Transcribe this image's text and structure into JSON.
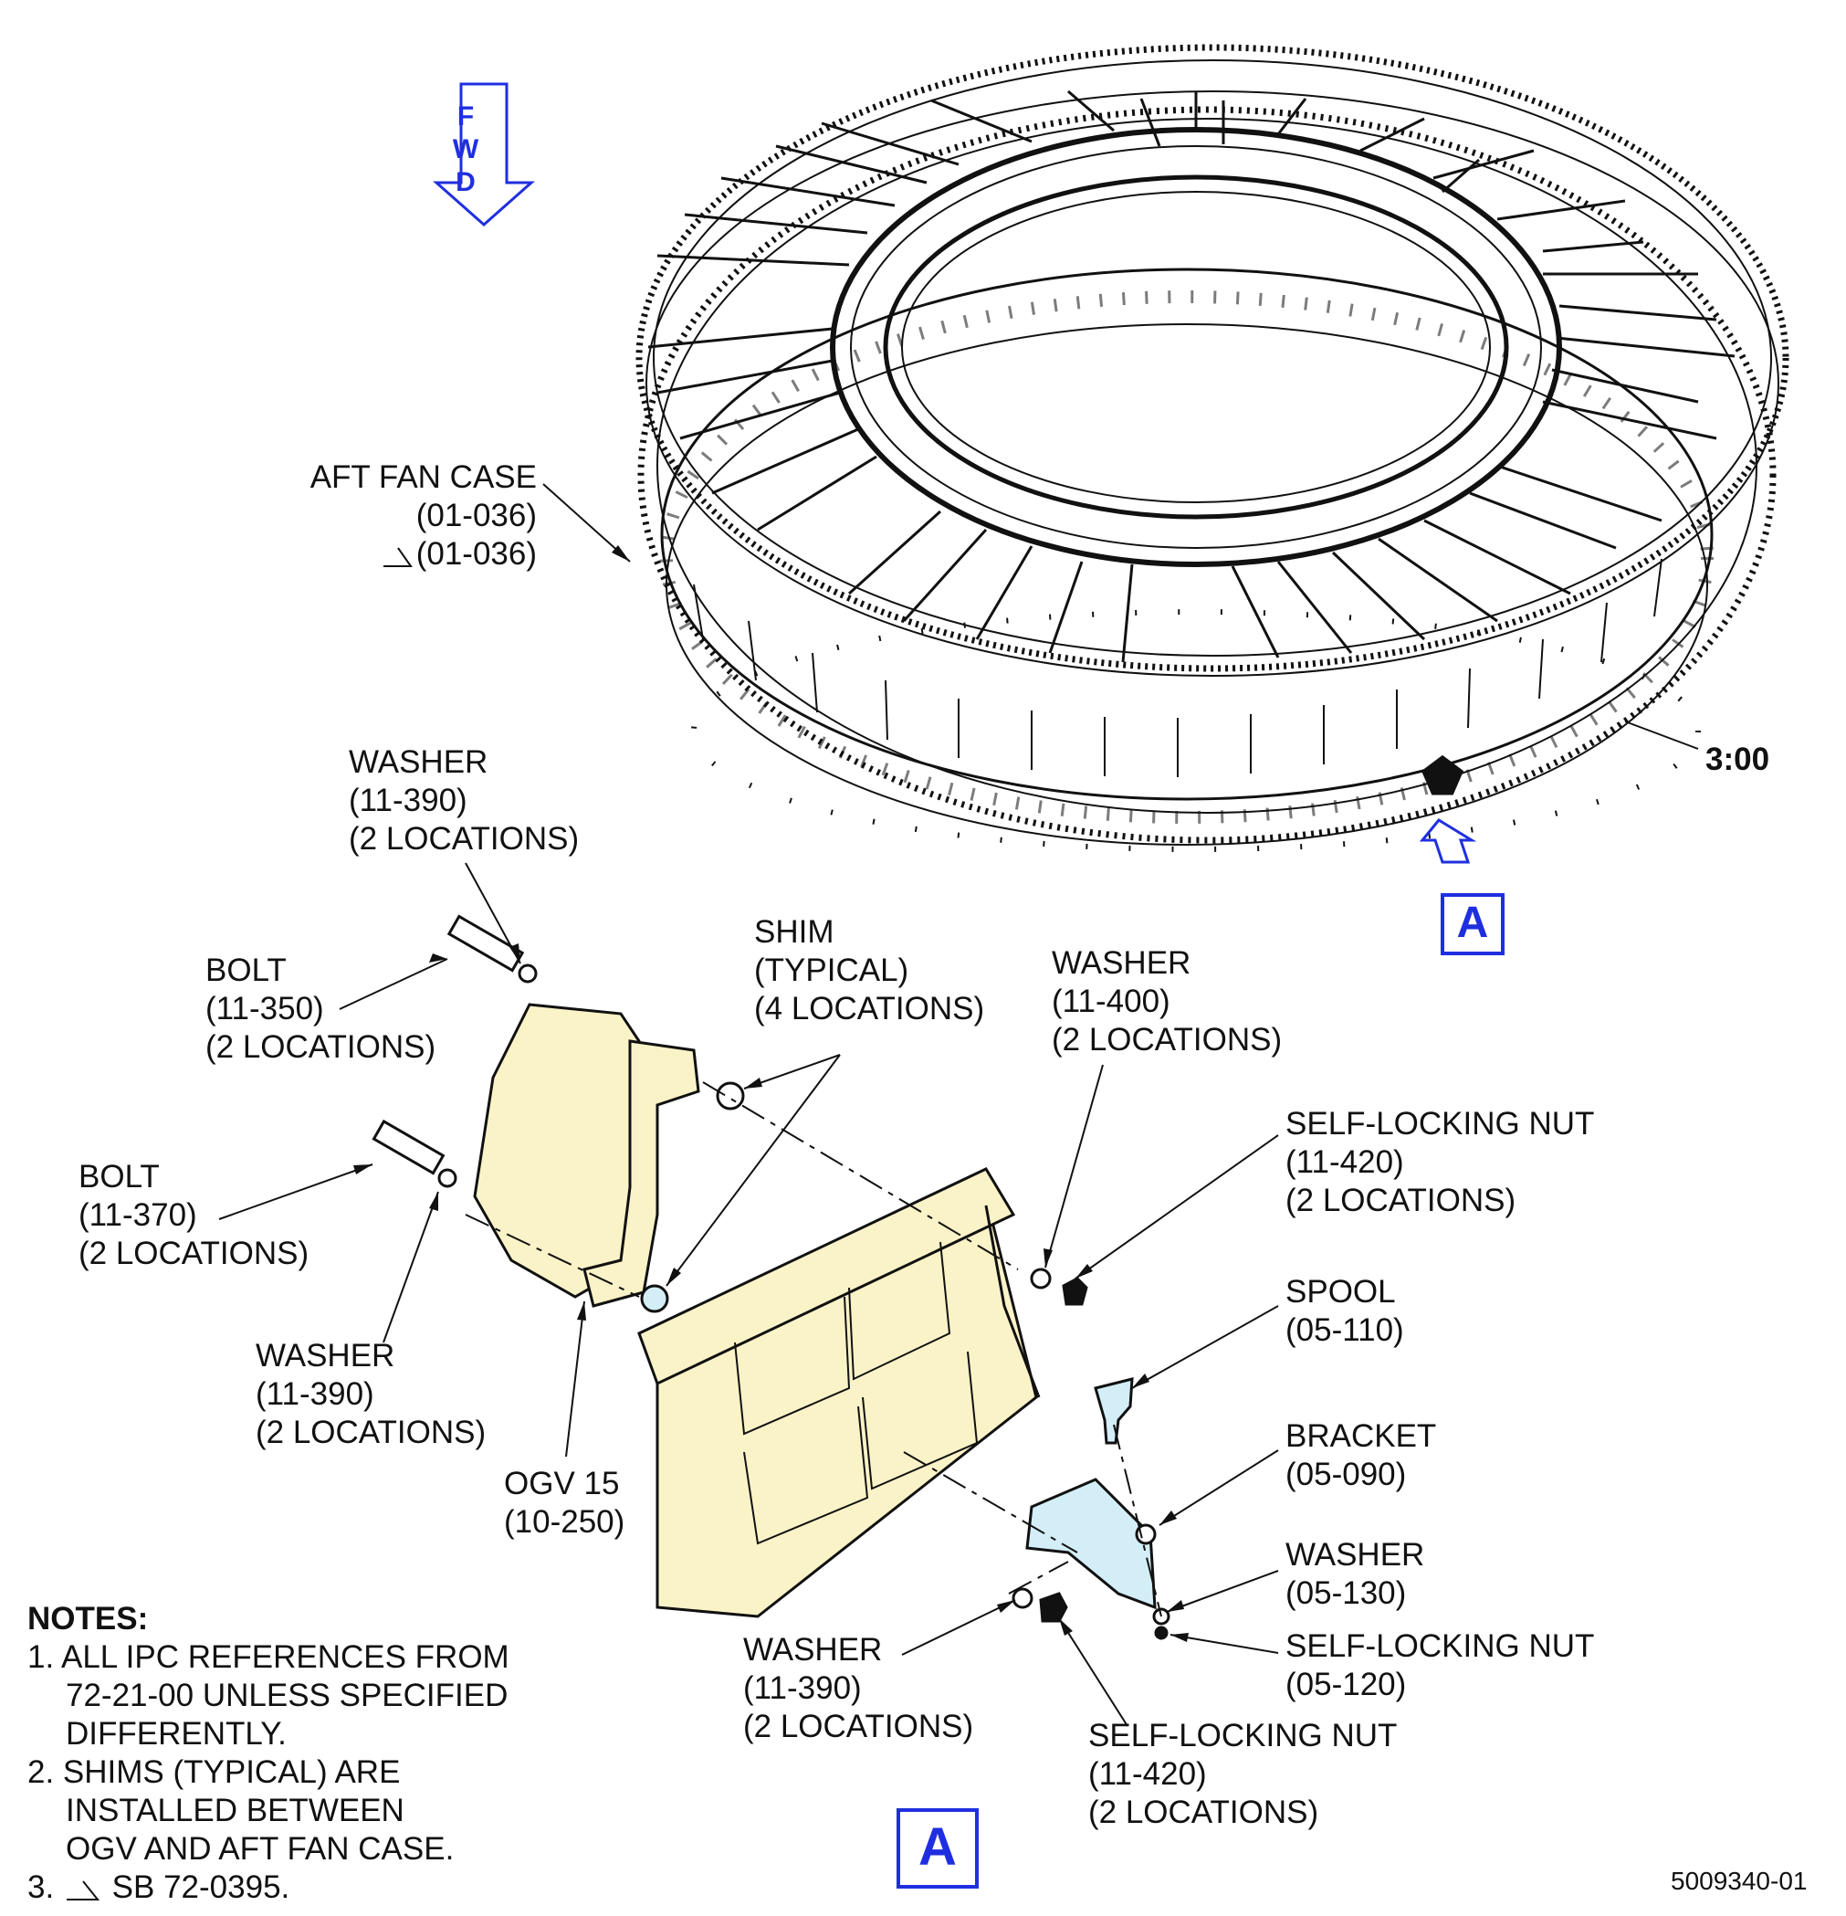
{
  "direction": {
    "letters": [
      "F",
      "W",
      "D"
    ]
  },
  "view_label": "A",
  "clock_position": "3:00",
  "doc_number": "5009340-01",
  "callouts": {
    "aft_fan_case": {
      "name": "AFT FAN CASE",
      "ref": "(01-036)",
      "ref_sb": "(01-036)"
    },
    "washer_top": {
      "name": "WASHER",
      "ref": "(11-390)",
      "qty": "(2 LOCATIONS)"
    },
    "bolt_350": {
      "name": "BOLT",
      "ref": "(11-350)",
      "qty": "(2 LOCATIONS)"
    },
    "shim": {
      "name": "SHIM",
      "typ": "(TYPICAL)",
      "qty": "(4 LOCATIONS)"
    },
    "washer_400": {
      "name": "WASHER",
      "ref": "(11-400)",
      "qty": "(2 LOCATIONS)"
    },
    "nut_420_top": {
      "name": "SELF-LOCKING NUT",
      "ref": "(11-420)",
      "qty": "(2 LOCATIONS)"
    },
    "bolt_370": {
      "name": "BOLT",
      "ref": "(11-370)",
      "qty": "(2 LOCATIONS)"
    },
    "washer_mid": {
      "name": "WASHER",
      "ref": "(11-390)",
      "qty": "(2 LOCATIONS)"
    },
    "spool": {
      "name": "SPOOL",
      "ref": "(05-110)"
    },
    "bracket": {
      "name": "BRACKET",
      "ref": "(05-090)"
    },
    "washer_130": {
      "name": "WASHER",
      "ref": "(05-130)"
    },
    "nut_120": {
      "name": "SELF-LOCKING NUT",
      "ref": "(05-120)"
    },
    "ogv": {
      "name": "OGV 15",
      "ref": "(10-250)"
    },
    "washer_low": {
      "name": "WASHER",
      "ref": "(11-390)",
      "qty": "(2 LOCATIONS)"
    },
    "nut_420_low": {
      "name": "SELF-LOCKING NUT",
      "ref": "(11-420)",
      "qty": "(2 LOCATIONS)"
    }
  },
  "notes": {
    "heading": "NOTES:",
    "n1": [
      "1. ALL IPC REFERENCES FROM",
      "72-21-00 UNLESS SPECIFIED",
      "DIFFERENTLY."
    ],
    "n2": [
      "2. SHIMS (TYPICAL) ARE",
      "INSTALLED BETWEEN",
      "OGV AND AFT FAN CASE."
    ],
    "n3_num": "3.",
    "n3_text": "SB 72-0395."
  },
  "colors": {
    "accent_blue": "#1f2fe0",
    "part_highlight": "#fbf3c8",
    "bracket_highlight": "#d3eef7",
    "line": "#111111"
  }
}
